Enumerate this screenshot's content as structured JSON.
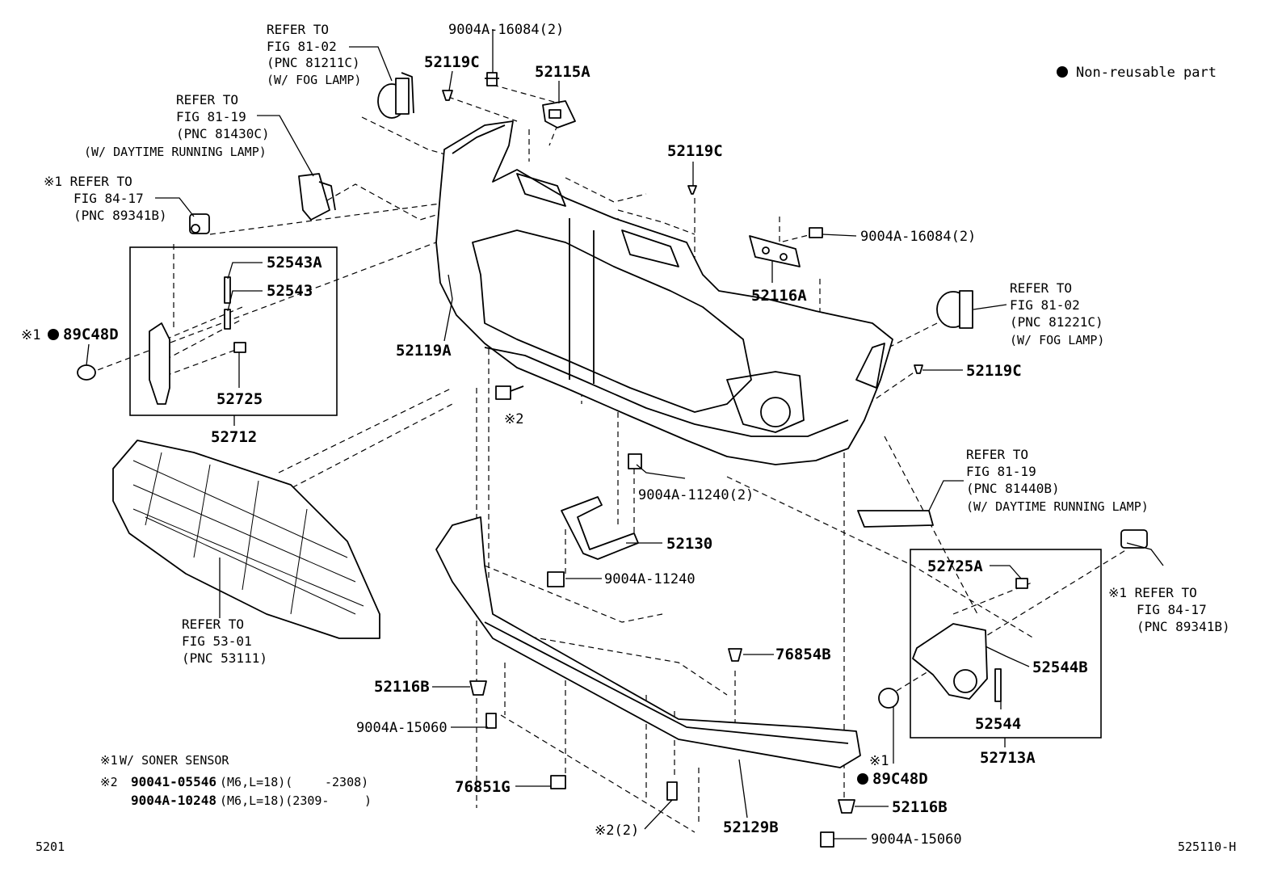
{
  "legend": {
    "non_reusable": "Non-reusable part"
  },
  "labels": {
    "p52119C_top": "52119C",
    "p9004A_16084_top": "9004A-16084(2)",
    "p52115A": "52115A",
    "p52119C_mid": "52119C",
    "p9004A_16084_right": "9004A-16084(2)",
    "p52116A": "52116A",
    "p52119A": "52119A",
    "p52119C_right": "52119C",
    "p52543A": "52543A",
    "p52543": "52543",
    "p89C48D_left": "89C48D",
    "p52725": "52725",
    "p52712": "52712",
    "p9004A_11240_2": "9004A-11240(2)",
    "p52130": "52130",
    "p9004A_11240": "9004A-11240",
    "p52725A": "52725A",
    "p52544B": "52544B",
    "p52544": "52544",
    "p52713A": "52713A",
    "p76854B": "76854B",
    "p52116B_left": "52116B",
    "p9004A_15060_left": "9004A-15060",
    "p76851G": "76851G",
    "p52129B": "52129B",
    "p89C48D_right": "89C48D",
    "p52116B_right": "52116B",
    "p9004A_15060_right": "9004A-15060",
    "note2_mark": "※2",
    "note2x2_mark": "※2(2)",
    "note1_left": "※1",
    "note1_right": "※1"
  },
  "refs": {
    "fog_left": [
      "REFER TO",
      "FIG 81-02",
      "(PNC 81211C)",
      "(W/ FOG LAMP)"
    ],
    "drl_left": [
      "REFER TO",
      "FIG 81-19",
      "(PNC 81430C)",
      "(W/ DAYTIME RUNNING LAMP)"
    ],
    "sensor_left": [
      "※1 REFER TO",
      "FIG 84-17",
      "(PNC 89341B)"
    ],
    "fog_right": [
      "REFER TO",
      "FIG 81-02",
      "(PNC 81221C)",
      "(W/ FOG LAMP)"
    ],
    "drl_right": [
      "REFER TO",
      "FIG 81-19",
      "(PNC 81440B)",
      "(W/ DAYTIME RUNNING LAMP)"
    ],
    "sensor_right": [
      "※1 REFER TO",
      "FIG 84-17",
      "(PNC 89341B)"
    ],
    "grille": [
      "REFER TO",
      "FIG 53-01",
      "(PNC 53111)"
    ]
  },
  "notes": {
    "n1_mark": "※1",
    "n1_text": "W/ SONER SENSOR",
    "n2_mark": "※2",
    "n2_line1_pn": "90041-05546",
    "n2_line1_spec": "(M6,L=18)(",
    "n2_line1_range": "-2308)",
    "n2_line2_pn": "9004A-10248",
    "n2_line2_spec": "(M6,L=18)(2309-",
    "n2_line2_end": ")"
  },
  "footer": {
    "page": "5201",
    "code": "525110-H"
  }
}
